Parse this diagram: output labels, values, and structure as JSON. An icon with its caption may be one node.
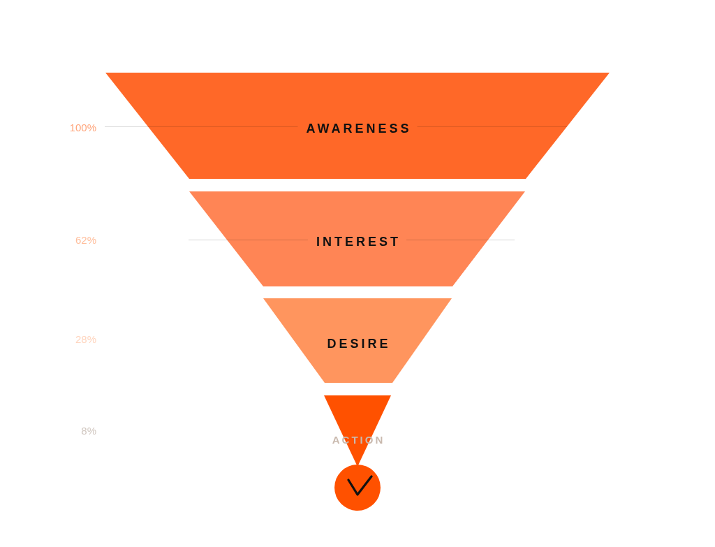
{
  "diagram": {
    "nodes": [
      {
        "text": [
          "AWARENESS"
        ]
      },
      {
        "text": [
          "INTEREST"
        ]
      },
      {
        "text": [
          "DESIRE"
        ]
      },
      {
        "text": [
          "ACTION"
        ]
      }
    ],
    "labels": [
      "100%",
      "62%",
      "28%",
      "8%"
    ]
  }
}
